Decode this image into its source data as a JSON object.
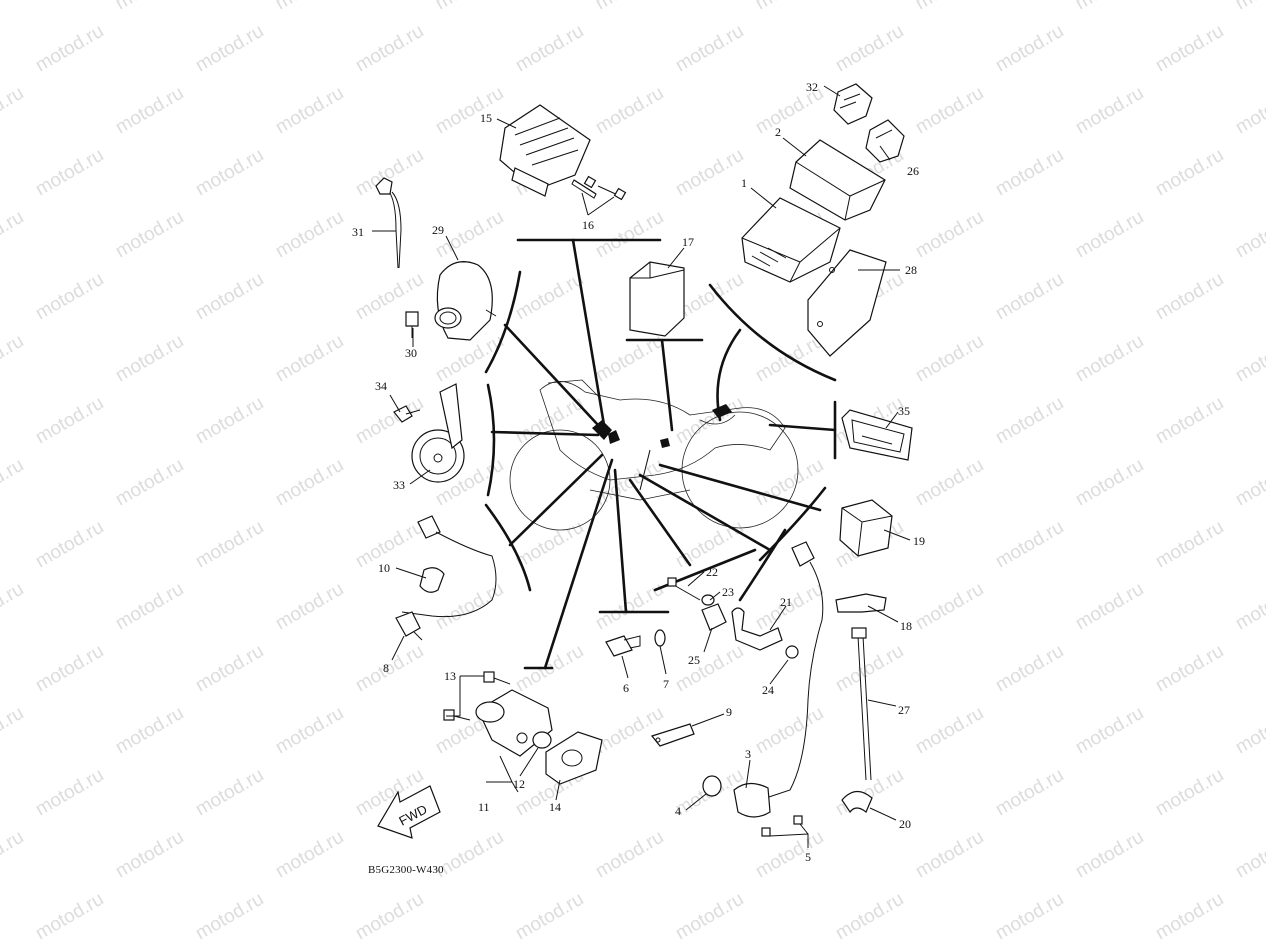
{
  "watermark": "motod.ru",
  "diagram_code": "B5G2300-W430",
  "fwd_label": "FWD",
  "callouts": [
    "1",
    "2",
    "3",
    "4",
    "5",
    "6",
    "7",
    "8",
    "9",
    "10",
    "11",
    "12",
    "13",
    "14",
    "15",
    "16",
    "17",
    "18",
    "19",
    "20",
    "21",
    "22",
    "23",
    "24",
    "25",
    "26",
    "27",
    "28",
    "29",
    "30",
    "31",
    "32",
    "33",
    "34",
    "35"
  ]
}
